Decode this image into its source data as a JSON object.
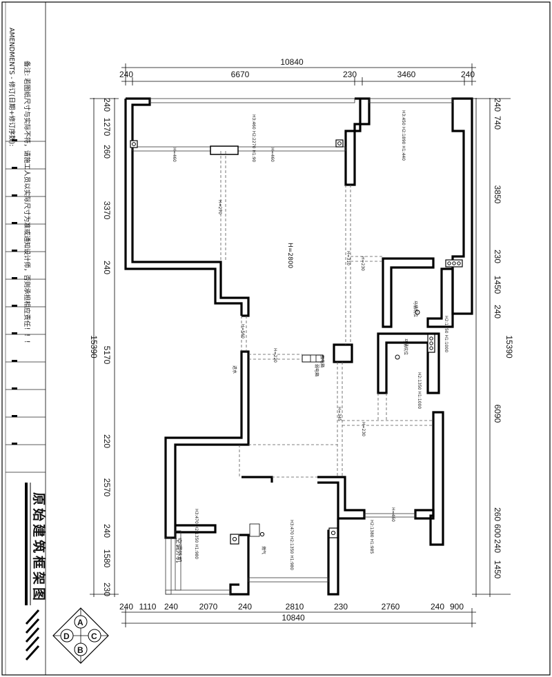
{
  "title": "原始建筑框架图",
  "sidebar": {
    "amendments": "AMENDMENTS - 修订(日期+修订序数):",
    "note1": "备注: 若图纸尺寸与实际不符，请施工人员以实际尺寸为准或通知设计师，否则承担相应责任！！！"
  },
  "top_dims": {
    "total": "10840",
    "segments": [
      "240",
      "6670",
      "230",
      "3460",
      "240"
    ]
  },
  "bottom_dims": {
    "total": "10840",
    "segments": [
      "240",
      "1110",
      "240",
      "2070",
      "240",
      "2810",
      "230",
      "2760",
      "240",
      "900"
    ]
  },
  "left_dims": {
    "total": "15390",
    "segments": [
      "240",
      "1270",
      "260",
      "3370",
      "240",
      "5170",
      "220",
      "2570",
      "240",
      "1580",
      "230"
    ]
  },
  "right_dims": {
    "total": "15390",
    "segments": [
      "240",
      "740",
      "3850",
      "230",
      "1450",
      "240",
      "6090",
      "260",
      "600",
      "240",
      "1450"
    ]
  },
  "annotations": {
    "h2800": "H=2800",
    "h460a": "H=460",
    "h460b": "H=460",
    "h270": "H=270",
    "h310": "H=310",
    "h230a": "H=230",
    "h560": "H=560",
    "h220": "H=220",
    "h345": "H=345",
    "h230b": "H=230",
    "h460c": "H=460",
    "win1": "H3:460 H2:2270 H1:90",
    "win2": "H3:450 H2:1890 H1:440",
    "win3": "H2:1350 H1:1000",
    "win4": "H2:1350 H1:1000",
    "win5": "H3:470 H2:1350 H1:980",
    "win6": "H3:470 H2:1350 H1:980",
    "win7": "H2:1380 H1:985",
    "toilet1": "马桶坑位",
    "toilet2": "马桶坑位",
    "pipe1": "强电箱",
    "pipe2": "弱电箱",
    "water": "进水",
    "gas": "燃气",
    "ac": "空调外机"
  },
  "compass": {
    "top": "A",
    "left": "D",
    "right": "C",
    "bottom": "B"
  }
}
